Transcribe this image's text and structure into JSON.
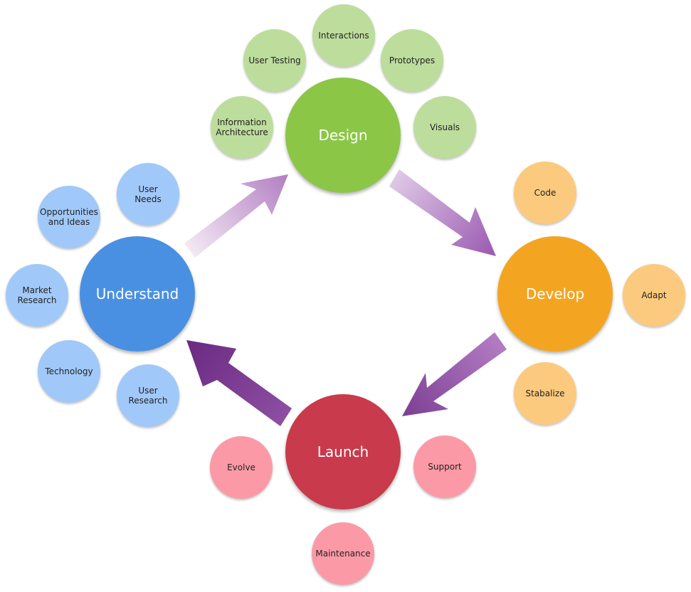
{
  "colors": {
    "design": "#8bc646",
    "design_light": "#bddd9c",
    "develop": "#f3a521",
    "develop_light": "#fcca7e",
    "launch": "#c83a4c",
    "launch_light": "#fb9aa6",
    "understand": "#4a90e2",
    "understand_light": "#a0c9fa",
    "arrow_dark": "#7a3a8e",
    "arrow_light": "#e9d9ee"
  },
  "hubs": {
    "design": "Design",
    "develop": "Develop",
    "launch": "Launch",
    "understand": "Understand"
  },
  "satellites": {
    "design": [
      "Interactions",
      "User Testing",
      "Prototypes",
      "Information\nArchitecture",
      "Visuals"
    ],
    "develop": [
      "Code",
      "Adapt",
      "Stabalize"
    ],
    "launch": [
      "Evolve",
      "Support",
      "Maintenance"
    ],
    "understand": [
      "User\nNeeds",
      "Opportunities\nand Ideas",
      "Market\nResearch",
      "Technology",
      "User\nResearch"
    ]
  }
}
